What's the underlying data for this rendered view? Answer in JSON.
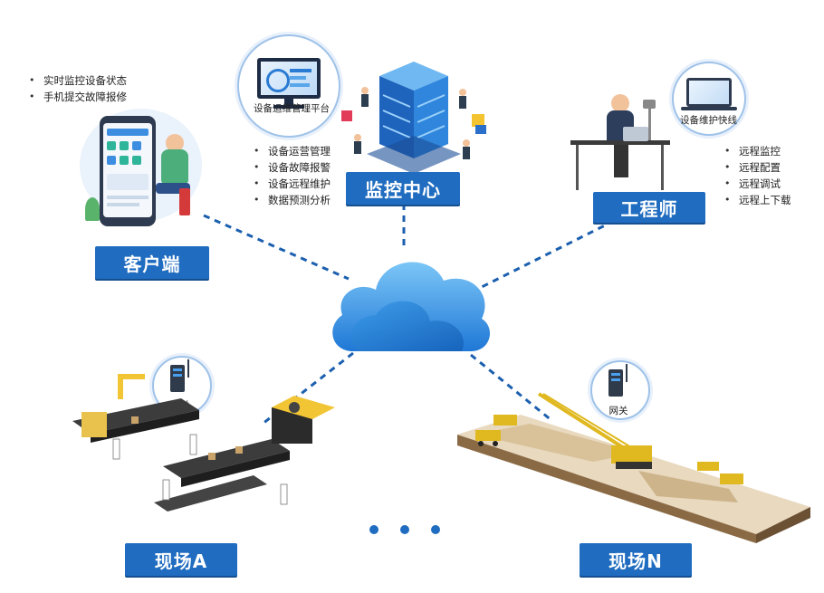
{
  "client": {
    "label": "客户端",
    "features": [
      "实时监控设备状态",
      "手机提交故障报修"
    ]
  },
  "monitor_center": {
    "label": "监控中心",
    "platform_caption": "设备运维管理平台",
    "features": [
      "设备运营管理",
      "设备故障报警",
      "设备远程维护",
      "数据预测分析"
    ]
  },
  "engineer": {
    "label": "工程师",
    "device_caption": "设备维护快线",
    "features": [
      "远程监控",
      "远程配置",
      "远程调试",
      "远程上下载"
    ]
  },
  "site_a": {
    "label": "现场A",
    "gateway_caption": "网关"
  },
  "site_n": {
    "label": "现场N",
    "gateway_caption": "网关"
  },
  "colors": {
    "accent": "#1f6cc0",
    "line": "#1b5fae",
    "cloud_light": "#5fb2f0",
    "cloud_dark": "#1f78d6"
  }
}
